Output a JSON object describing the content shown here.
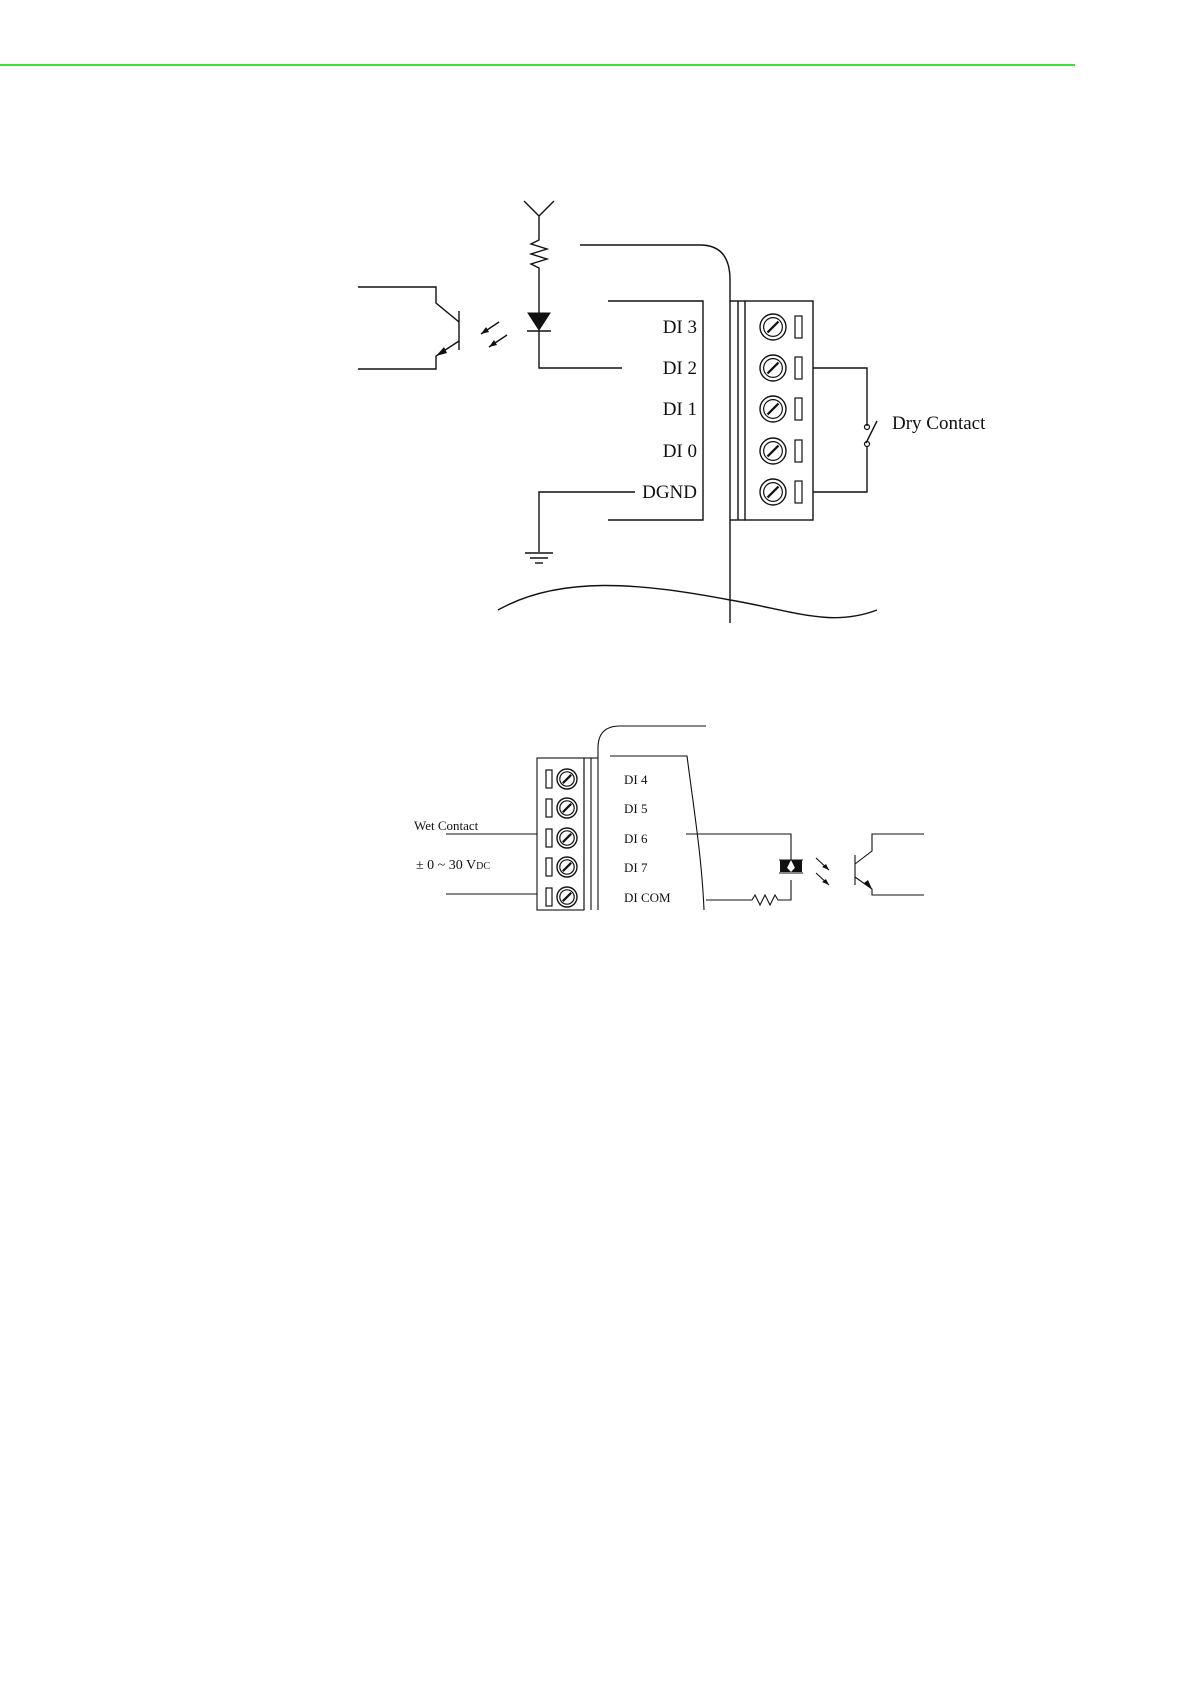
{
  "header": {
    "rule_color": "#41e03a"
  },
  "dry_contact_diagram": {
    "channels": [
      "DI 3",
      "DI 2",
      "DI 1",
      "DI 0",
      "DGND"
    ],
    "contact_label": "Dry Contact"
  },
  "wet_contact_diagram": {
    "channels": [
      "DI 4",
      "DI 5",
      "DI 6",
      "DI 7",
      "DI COM"
    ],
    "contact_label": "Wet Contact",
    "voltage_prefix": "± 0 ~ 30 V",
    "voltage_subscript": "DC"
  }
}
